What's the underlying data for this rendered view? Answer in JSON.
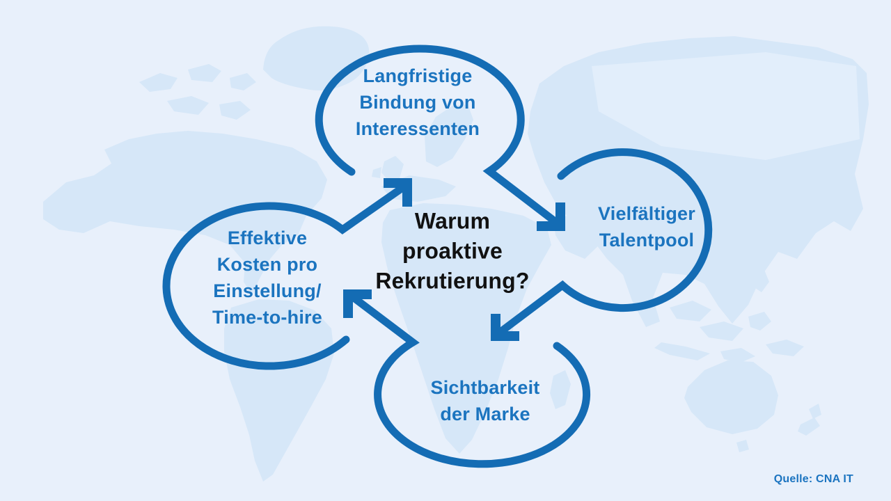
{
  "diagram": {
    "center_question": "Warum\nproaktive\nRekrutierung?",
    "nodes": [
      {
        "id": "top",
        "label": "Langfristige\nBindung von\nInteressenten"
      },
      {
        "id": "right",
        "label": "Vielfältiger\nTalentpool"
      },
      {
        "id": "bottom",
        "label": "Sichtbarkeit\nder Marke"
      },
      {
        "id": "left",
        "label": "Effektive\nKosten pro\nEinstellung/\nTime-to-hire"
      }
    ],
    "arrows": [
      {
        "from": "left",
        "to": "top",
        "direction": "north-east"
      },
      {
        "from": "top",
        "to": "right",
        "direction": "south-east"
      },
      {
        "from": "right",
        "to": "bottom",
        "direction": "south-west"
      },
      {
        "from": "bottom",
        "to": "left",
        "direction": "north-west"
      }
    ],
    "source": "Quelle: CNA IT",
    "colors": {
      "sea": "#e8f0fb",
      "map": "#d6e7f8",
      "map_light": "#e2eefb",
      "stroke": "#146cb4",
      "label": "#1b74bf",
      "question": "#111111",
      "source": "#1b74c0"
    }
  }
}
